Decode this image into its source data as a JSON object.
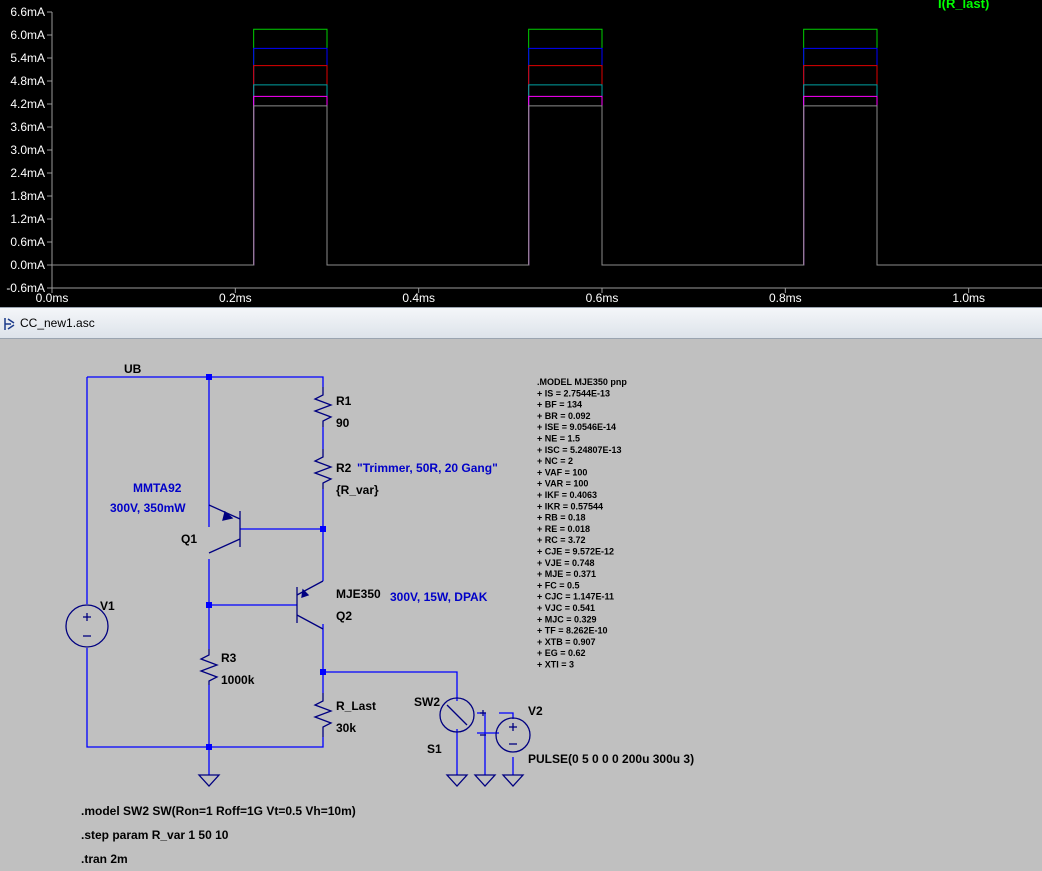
{
  "plot": {
    "trace_label": "I(R_last)",
    "y_ticks": [
      "6.6mA",
      "6.0mA",
      "5.4mA",
      "4.8mA",
      "4.2mA",
      "3.6mA",
      "3.0mA",
      "2.4mA",
      "1.8mA",
      "1.2mA",
      "0.6mA",
      "0.0mA",
      "-0.6mA"
    ],
    "x_ticks": [
      "0.0ms",
      "0.2ms",
      "0.4ms",
      "0.6ms",
      "0.8ms",
      "1.0ms"
    ],
    "colors": {
      "background": "#000000",
      "axis": "#9a9a9a",
      "label": "#ffffff",
      "trace_label": "#00ff00"
    }
  },
  "chart_data": {
    "type": "line",
    "title": "",
    "xlabel": "",
    "ylabel": "",
    "x_unit": "ms",
    "y_unit": "mA",
    "xlim": [
      0,
      1.08
    ],
    "ylim": [
      -0.6,
      6.6
    ],
    "grid": false,
    "legend": "top-right",
    "pulse": {
      "period_ms": 0.3,
      "delay_ms": 0.22,
      "on_ms": 0.08
    },
    "series": [
      {
        "name": "I(R_last)",
        "color": "#00d000",
        "on_level_mA": 6.15
      },
      {
        "color": "#0000ff",
        "on_level_mA": 5.65
      },
      {
        "color": "#e00000",
        "on_level_mA": 5.2
      },
      {
        "color": "#00a0a0",
        "on_level_mA": 4.7
      },
      {
        "color": "#ff00ff",
        "on_level_mA": 4.4
      },
      {
        "color": "#8c8c8c",
        "on_level_mA": 4.15
      }
    ]
  },
  "window": {
    "title": "CC_new1.asc",
    "icon": "schematic-icon"
  },
  "schematic": {
    "net_ub": "UB",
    "r1": {
      "name": "R1",
      "value": "90"
    },
    "r2": {
      "name": "R2",
      "value": "{R_var}",
      "note": "\"Trimmer, 50R, 20 Gang\""
    },
    "q1": {
      "name": "Q1",
      "model": "MMTA92",
      "rating": "300V, 350mW"
    },
    "q2": {
      "name": "Q2",
      "model": "MJE350",
      "rating": "300V, 15W, DPAK"
    },
    "r3": {
      "name": "R3",
      "value": "1000k"
    },
    "rlast": {
      "name": "R_Last",
      "value": "30k"
    },
    "v1": {
      "name": "V1"
    },
    "v2": {
      "name": "V2",
      "value": "PULSE(0 5 0 0 0 200u 300u 3)"
    },
    "sw2": {
      "name": "SW2",
      "inst": "S1"
    },
    "directives": [
      ".model SW2 SW(Ron=1 Roff=1G  Vt=0.5 Vh=10m)",
      ".step param R_var 1 50 10",
      ".tran 2m"
    ],
    "model_lines": [
      ".MODEL MJE350 pnp",
      "+ IS = 2.7544E-13",
      "+ BF = 134",
      "+ BR = 0.092",
      "+ ISE = 9.0546E-14",
      "+ NE = 1.5",
      "+ ISC = 5.24807E-13",
      "+ NC = 2",
      "+ VAF = 100",
      "+ VAR = 100",
      "+ IKF = 0.4063",
      "+ IKR = 0.57544",
      "+ RB = 0.18",
      "+ RE = 0.018",
      "+ RC = 3.72",
      "+ CJE = 9.572E-12",
      "+ VJE = 0.748",
      "+ MJE = 0.371",
      "+ FC = 0.5",
      "+ CJC = 1.147E-11",
      "+ VJC = 0.541",
      "+ MJC = 0.329",
      "+ TF = 8.262E-10",
      "+ XTB = 0.907",
      "+ EG = 0.62",
      "+ XTI = 3"
    ],
    "colors": {
      "wire": "#0000ff",
      "component": "#000080",
      "text": "#000000",
      "comment": "#0000c8"
    }
  }
}
